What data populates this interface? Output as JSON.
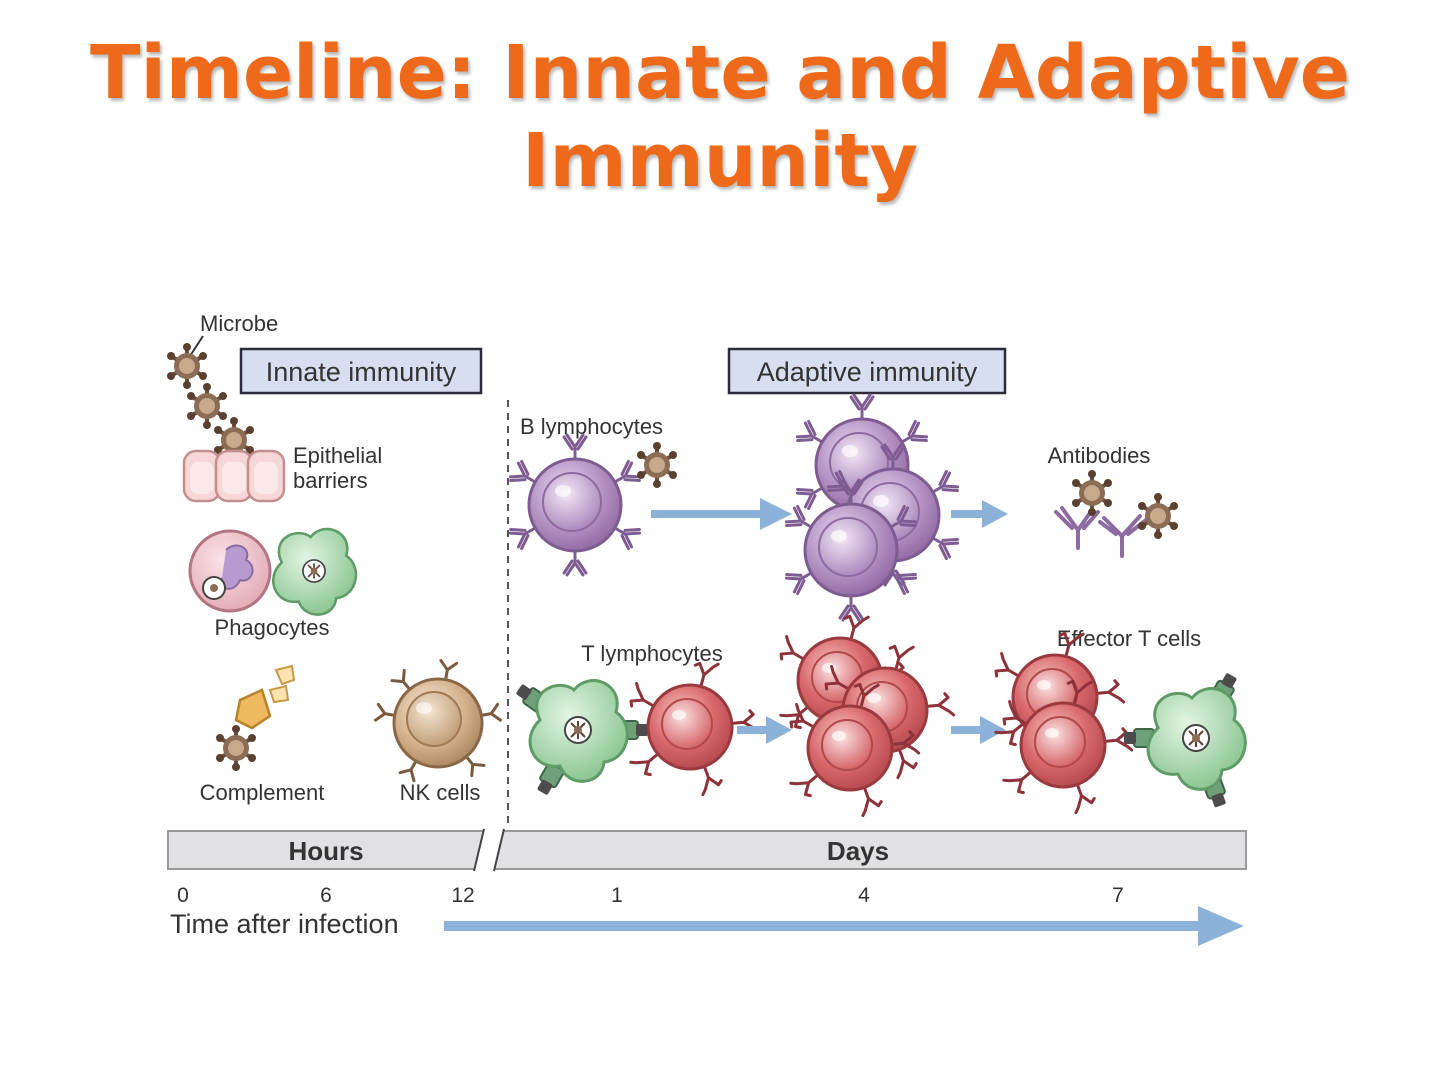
{
  "title": {
    "line1": "Timeline: Innate and Adaptive",
    "line2": "Immunity"
  },
  "colors": {
    "title": "#EE6A1A",
    "box_fill": "#D6DEF0",
    "timeline_bar": "#E1E1E3",
    "arrow": "#8DB2DA",
    "b_cell": "#A882B8",
    "t_cell": "#CF5A5E",
    "apc": "#8FCB95",
    "nk_cell": "#C9A27A",
    "microbe": "#8B6D55"
  },
  "labels": {
    "microbe": "Microbe",
    "innate_box": "Innate immunity",
    "adaptive_box": "Adaptive immunity",
    "epithelial_1": "Epithelial",
    "epithelial_2": "barriers",
    "phagocytes": "Phagocytes",
    "complement": "Complement",
    "nk_cells": "NK cells",
    "b_lymphocytes": "B lymphocytes",
    "antibodies": "Antibodies",
    "t_lymphocytes": "T lymphocytes",
    "effector_t": "Effector T cells"
  },
  "timeline": {
    "hours_label": "Hours",
    "days_label": "Days",
    "axis_title": "Time after infection",
    "hour_ticks": [
      "0",
      "6",
      "12"
    ],
    "day_ticks": [
      "1",
      "4",
      "7"
    ]
  }
}
